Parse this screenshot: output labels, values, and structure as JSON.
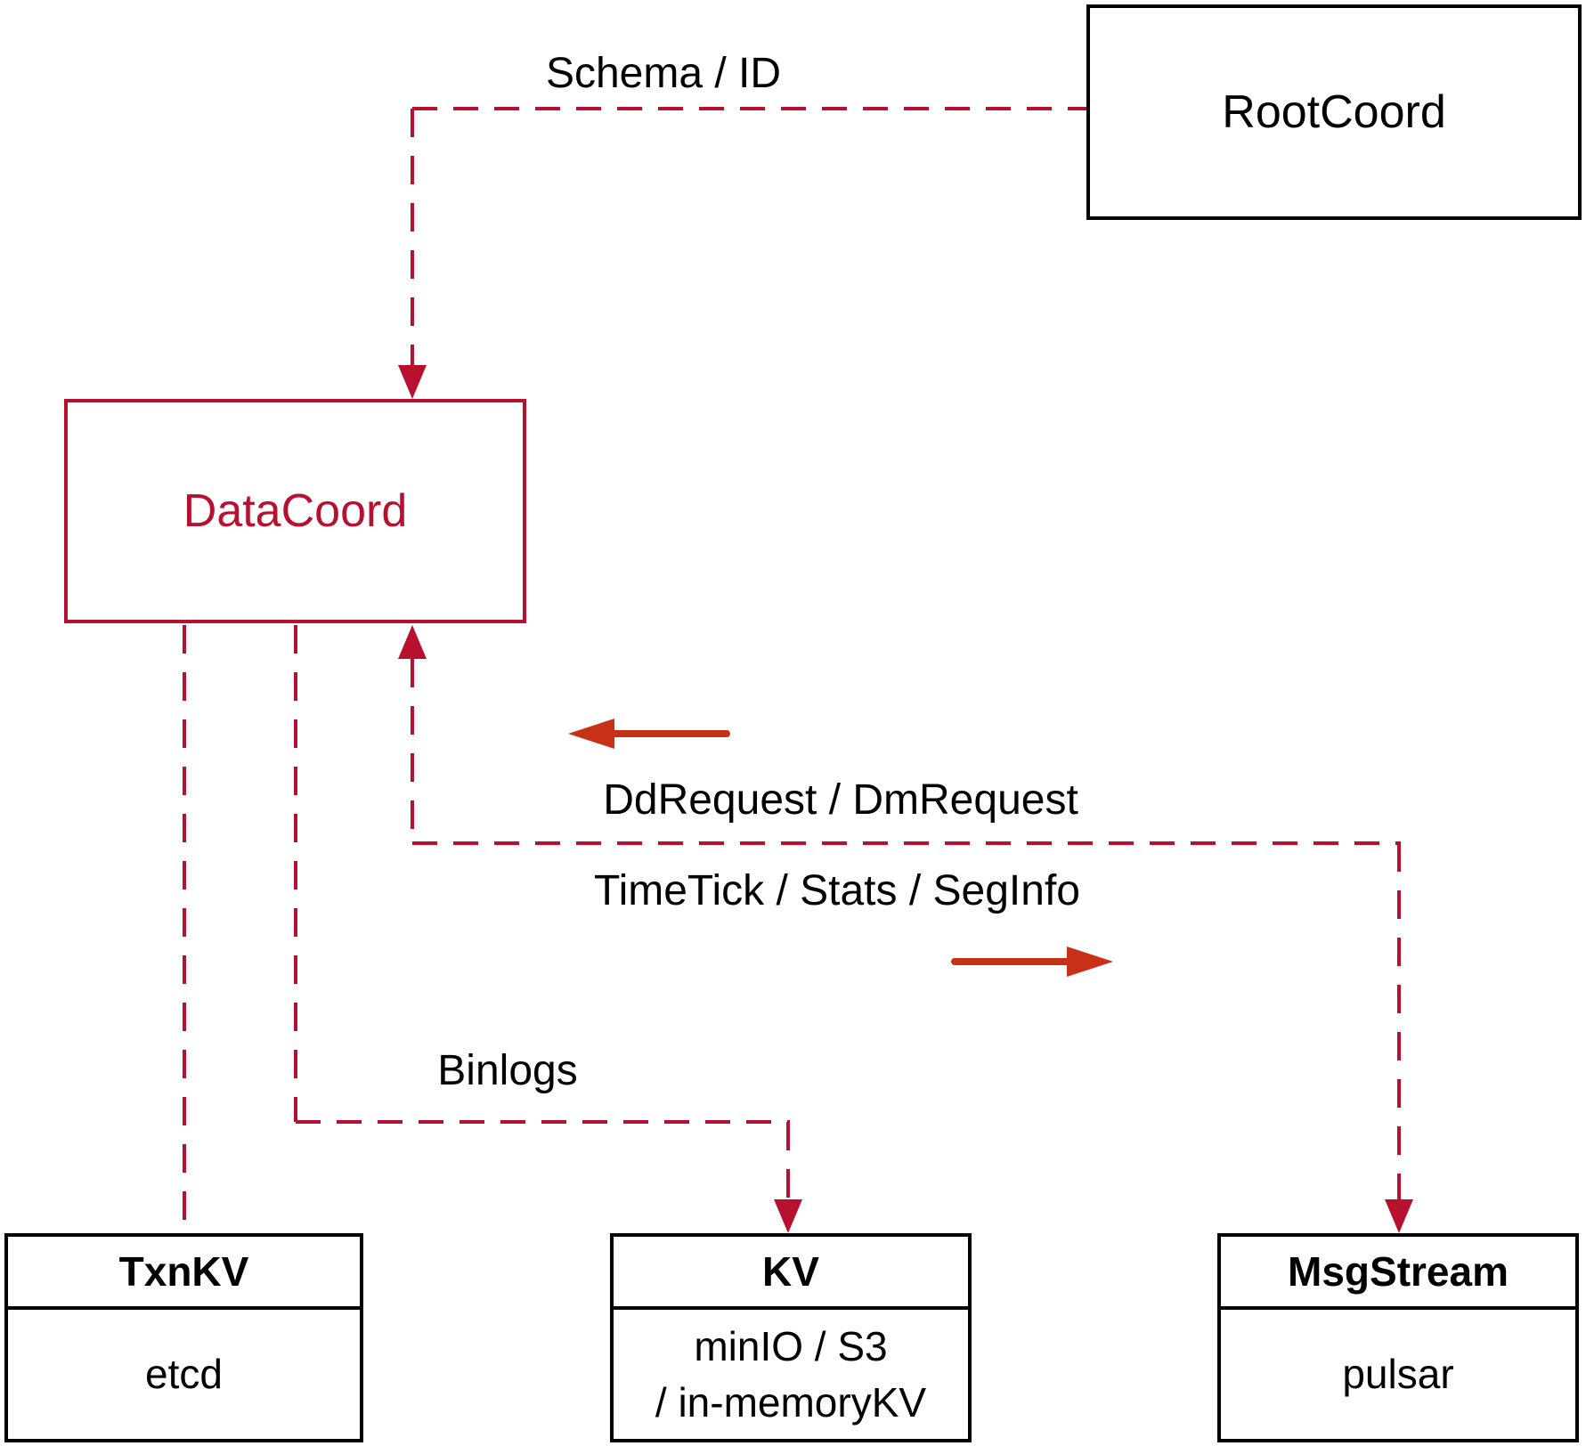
{
  "colors": {
    "line_red": "#b8112f",
    "arrow_red": "#c93018",
    "text_black": "#000000",
    "border_black": "#000000",
    "background": "#ffffff"
  },
  "nodes": {
    "rootcoord": {
      "label": "RootCoord"
    },
    "datacoord": {
      "label": "DataCoord"
    },
    "txnkv": {
      "title": "TxnKV",
      "body": "etcd"
    },
    "kv": {
      "title": "KV",
      "body_line1": "minIO / S3",
      "body_line2": "/ in-memoryKV"
    },
    "msgstream": {
      "title": "MsgStream",
      "body": "pulsar"
    }
  },
  "edge_labels": {
    "schema_id": "Schema / ID",
    "dd_dm_request": "DdRequest / DmRequest",
    "timetick_stats_seginfo": "TimeTick / Stats / SegInfo",
    "binlogs": "Binlogs"
  }
}
